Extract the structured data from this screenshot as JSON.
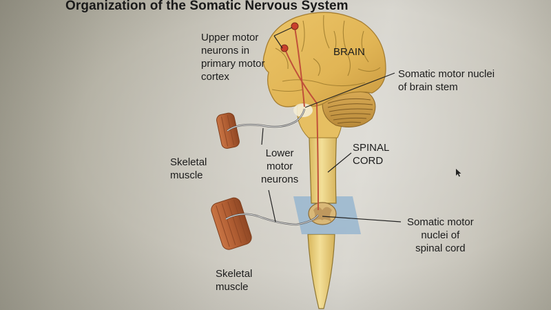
{
  "title": "Organization of the Somatic Nervous System",
  "labels": {
    "upper_motor": "Upper motor\nneurons in\nprimary motor\ncortex",
    "brain": "BRAIN",
    "brainstem_nuclei": "Somatic motor nuclei\nof brain stem",
    "skeletal_muscle_upper": "Skeletal\nmuscle",
    "lower_motor": "Lower\nmotor\nneurons",
    "spinal_cord": "SPINAL\nCORD",
    "spinal_nuclei": "Somatic motor\nnuclei of\nspinal cord",
    "skeletal_muscle_lower": "Skeletal\nmuscle"
  },
  "colors": {
    "brain_fill": "#e3b95a",
    "brain_sulci": "#9c7a2c",
    "cord_fill": "#ecd282",
    "neuron_red": "#c0503a",
    "muscle": "#b9653a",
    "section_plane": "#8fb1cf",
    "text": "#1c1c1c"
  },
  "icons": {
    "cursor": "mouse-pointer-icon"
  }
}
